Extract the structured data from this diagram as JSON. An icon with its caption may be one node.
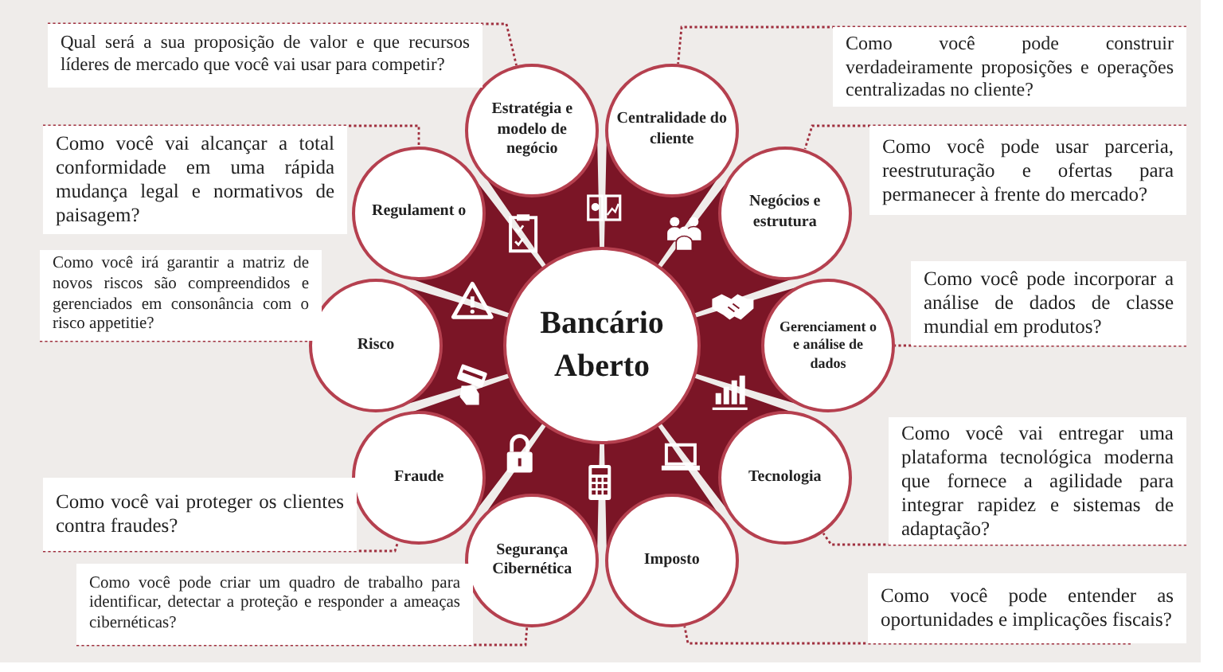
{
  "diagram": {
    "nodes": [
      {
        "text": [
          "Bancário Aberto"
        ]
      },
      {
        "text": [
          "Estratégia e modelo de negócio"
        ]
      },
      {
        "text": [
          "Centralidade do cliente"
        ]
      },
      {
        "text": [
          "Negócios e estrutura"
        ]
      },
      {
        "text": [
          "Gerenciament o e análise de dados"
        ]
      },
      {
        "text": [
          "Tecnologia"
        ]
      },
      {
        "text": [
          "Imposto"
        ]
      },
      {
        "text": [
          "Segurança Cibernética"
        ]
      },
      {
        "text": [
          "Fraude"
        ]
      },
      {
        "text": [
          "Risco"
        ]
      },
      {
        "text": [
          "Regulament o"
        ]
      },
      {
        "text": [
          "Qual será a sua proposição de valor e que recursos líderes de mercado que você vai usar para competir?"
        ]
      },
      {
        "text": [
          "Como você pode construir verdadeiramente proposições e operações centralizadas no cliente?"
        ]
      },
      {
        "text": [
          "Como você vai alcançar a total conformidade em uma rápida mudança legal e normativos de paisagem?"
        ]
      },
      {
        "text": [
          "Como você pode usar parceria, reestruturação e ofertas para permanecer à frente do mercado?"
        ]
      },
      {
        "text": [
          "Como você irá garantir a matriz de novos riscos são compreendidos e gerenciados em consonância com o risco appetitie?"
        ]
      },
      {
        "text": [
          "Como você pode incorporar a análise de dados de classe mundial em produtos?"
        ]
      },
      {
        "text": [
          "Como você vai entregar uma plataforma tecnológica moderna que fornece a agilidade para integrar rapidez e sistemas de adaptação?"
        ]
      },
      {
        "text": [
          "Como você vai proteger os clientes contra fraudes?"
        ]
      },
      {
        "text": [
          "Como você pode criar um quadro de trabalho para identificar, detectar a proteção e responder a ameaças cibernéticas?"
        ]
      },
      {
        "text": [
          "Como você pode entender as oportunidades e implicações fiscais?"
        ]
      }
    ],
    "edges": [
      {
        "from": 11,
        "to": 1,
        "arrow": "none",
        "style": "dashed"
      },
      {
        "from": 12,
        "to": 2,
        "arrow": "none",
        "style": "dashed"
      },
      {
        "from": 13,
        "to": 10,
        "arrow": "none",
        "style": "dashed"
      },
      {
        "from": 14,
        "to": 3,
        "arrow": "none",
        "style": "dashed"
      },
      {
        "from": 15,
        "to": 9,
        "arrow": "none",
        "style": "dashed"
      },
      {
        "from": 16,
        "to": 4,
        "arrow": "none",
        "style": "dashed"
      },
      {
        "from": 17,
        "to": 5,
        "arrow": "none",
        "style": "dashed"
      },
      {
        "from": 18,
        "to": 8,
        "arrow": "none",
        "style": "dashed"
      },
      {
        "from": 19,
        "to": 7,
        "arrow": "none",
        "style": "dashed"
      },
      {
        "from": 20,
        "to": 6,
        "arrow": "none",
        "style": "dashed"
      }
    ]
  }
}
